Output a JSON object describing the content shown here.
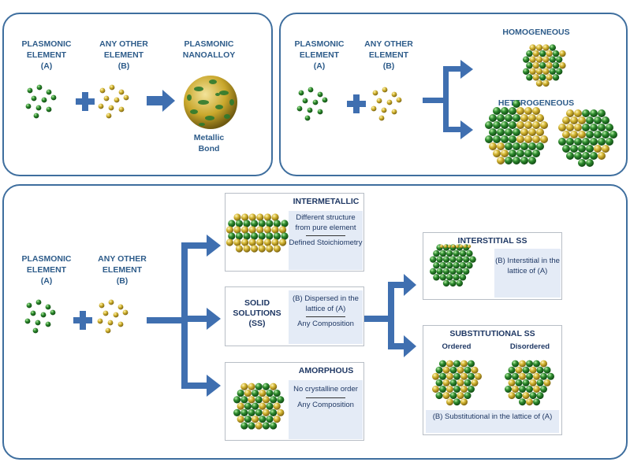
{
  "panel1": {
    "element_a": "PLASMONIC\nELEMENT\n(A)",
    "element_b": "ANY OTHER\nELEMENT\n(B)",
    "result": "PLASMONIC\nNANOALLOY",
    "bond": "Metallic\nBond"
  },
  "panel2": {
    "element_a": "PLASMONIC\nELEMENT\n(A)",
    "element_b": "ANY OTHER\nELEMENT\n(B)",
    "homogeneous": "HOMOGENEOUS",
    "heterogeneous": "HETEROGENEOUS"
  },
  "panel3": {
    "element_a": "PLASMONIC\nELEMENT\n(A)",
    "element_b": "ANY OTHER\nELEMENT\n(B)",
    "intermetallic": {
      "title": "INTERMETALLIC",
      "desc1": "Different structure from pure element",
      "desc2": "Defined Stoichiometry"
    },
    "solid_solutions": {
      "title": "SOLID\nSOLUTIONS\n(SS)",
      "desc1": "(B) Dispersed in the lattice of (A)",
      "desc2": "Any Composition"
    },
    "amorphous": {
      "title": "AMORPHOUS",
      "desc1": "No crystalline order",
      "desc2": "Any Composition"
    },
    "interstitial": {
      "title": "INTERSTITIAL SS",
      "desc": "(B) Interstitial in the lattice of (A)"
    },
    "substitutional": {
      "title": "SUBSTITUTIONAL SS",
      "ordered": "Ordered",
      "disordered": "Disordered",
      "desc": "(B) Substitutional in the lattice of (A)"
    }
  },
  "colors": {
    "element_a": "#2e8b2e",
    "element_b": "#d4b632",
    "arrow": "#3f6fb0",
    "text": "#2e5c8a",
    "border": "#3e6e9e"
  }
}
